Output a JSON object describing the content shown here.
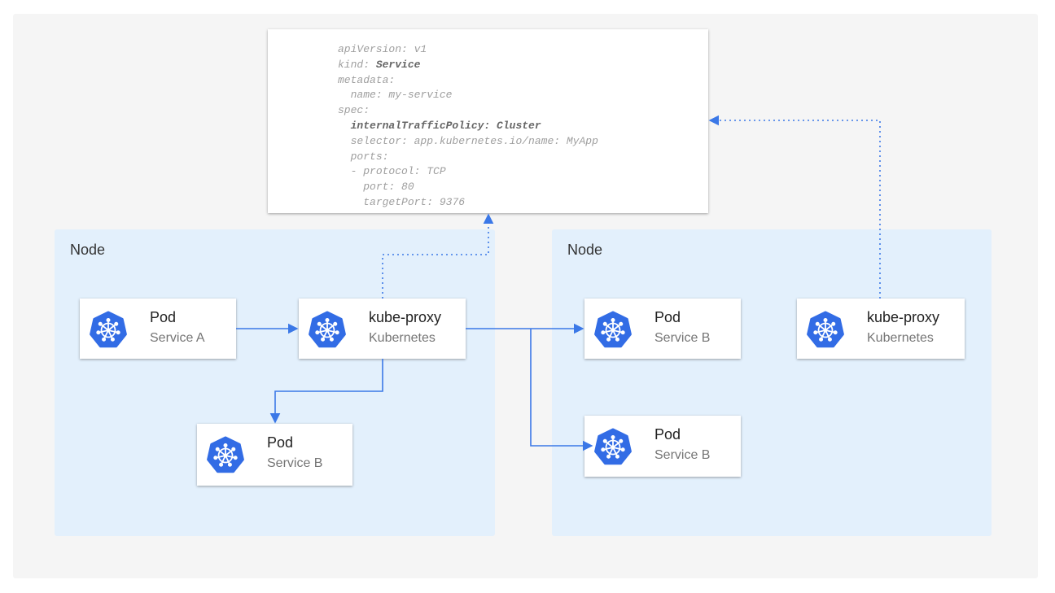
{
  "colors": {
    "accent": "#3b78e7",
    "k8s_blue": "#326ce5",
    "node_bg": "#e3f0fc"
  },
  "yaml": [
    {
      "indent": "",
      "key": "apiVersion:",
      "val": " v1",
      "bold": false
    },
    {
      "indent": "",
      "key": "kind:",
      "val": " Service",
      "bold": "val"
    },
    {
      "indent": "",
      "key": "metadata:",
      "val": "",
      "bold": false
    },
    {
      "indent": "  ",
      "key": "name:",
      "val": " my-service",
      "bold": false
    },
    {
      "indent": "",
      "key": "spec:",
      "val": "",
      "bold": false
    },
    {
      "indent": "  ",
      "key": "internalTrafficPolicy:",
      "val": " Cluster",
      "bold": "all"
    },
    {
      "indent": "  ",
      "key": "selector:",
      "val": " app.kubernetes.io/name: MyApp",
      "bold": false
    },
    {
      "indent": "  ",
      "key": "ports:",
      "val": "",
      "bold": false
    },
    {
      "indent": "  ",
      "key": "- protocol:",
      "val": " TCP",
      "bold": false
    },
    {
      "indent": "    ",
      "key": "port:",
      "val": " 80",
      "bold": false
    },
    {
      "indent": "    ",
      "key": "targetPort:",
      "val": " 9376",
      "bold": false
    }
  ],
  "nodes": [
    {
      "label": "Node"
    },
    {
      "label": "Node"
    }
  ],
  "components": [
    {
      "title": "Pod",
      "subtitle": "Service A",
      "icon": "kubernetes-icon"
    },
    {
      "title": "kube-proxy",
      "subtitle": "Kubernetes",
      "icon": "kubernetes-icon"
    },
    {
      "title": "Pod",
      "subtitle": "Service B",
      "icon": "kubernetes-icon"
    },
    {
      "title": "Pod",
      "subtitle": "Service B",
      "icon": "kubernetes-icon"
    },
    {
      "title": "kube-proxy",
      "subtitle": "Kubernetes",
      "icon": "kubernetes-icon"
    },
    {
      "title": "Pod",
      "subtitle": "Service B",
      "icon": "kubernetes-icon"
    }
  ]
}
